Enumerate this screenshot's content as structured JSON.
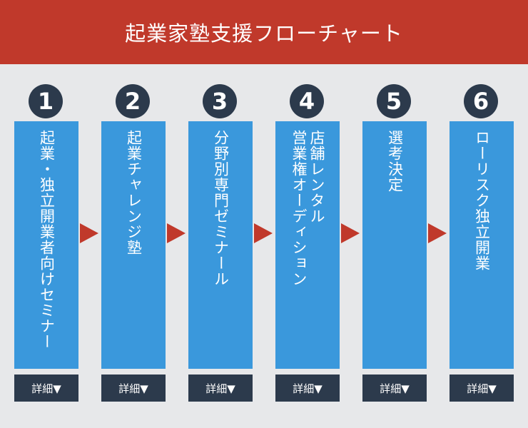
{
  "title": "起業家塾支援フローチャート",
  "steps": [
    {
      "number": "1",
      "label": "起業・独立開業者向けセミナー",
      "detail": "詳細▼"
    },
    {
      "number": "2",
      "label": "起業チャレンジ塾",
      "detail": "詳細▼"
    },
    {
      "number": "3",
      "label": "分野別専門ゼミナール",
      "detail": "詳細▼"
    },
    {
      "number": "4",
      "label": "店舗レンタル\n営業権オーディション",
      "detail": "詳細▼"
    },
    {
      "number": "5",
      "label": "選考決定",
      "detail": "詳細▼"
    },
    {
      "number": "6",
      "label": "ローリスク独立開業",
      "detail": "詳細▼"
    }
  ],
  "colors": {
    "banner": "#c0392b",
    "card": "#3a98dc",
    "dark": "#2c3a4c",
    "arrow": "#c0392b",
    "background": "#e7e8ea"
  }
}
